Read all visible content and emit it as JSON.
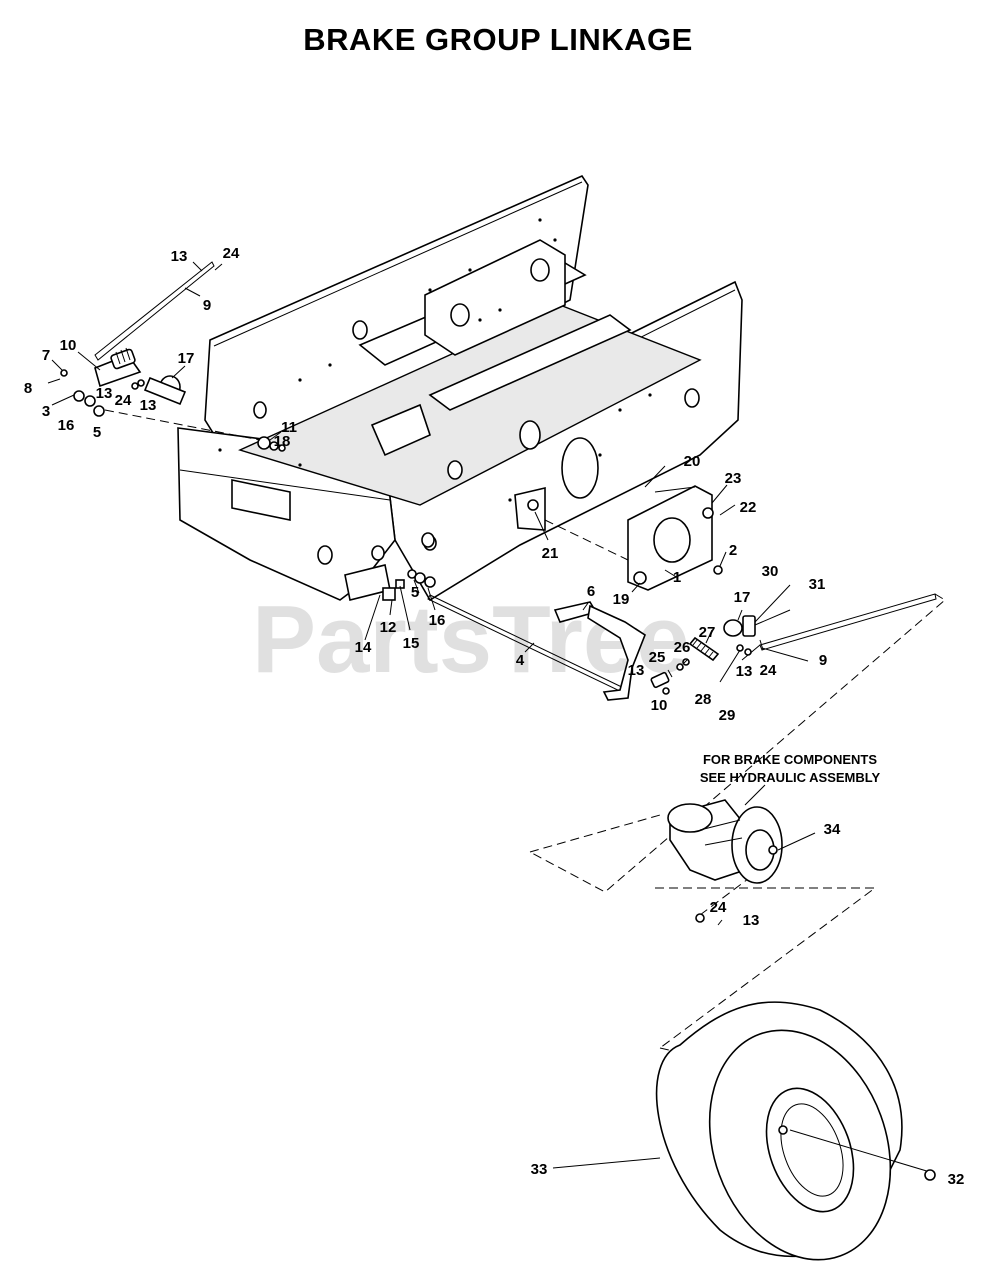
{
  "title": "BRAKE GROUP LINKAGE",
  "note": {
    "line1": "FOR BRAKE COMPONENTS",
    "line2": "SEE HYDRAULIC ASSEMBLY"
  },
  "watermark": "PartsTree",
  "callouts": [
    "13",
    "24",
    "9",
    "7",
    "10",
    "8",
    "3",
    "13",
    "24",
    "13",
    "16",
    "5",
    "17",
    "11",
    "18",
    "20",
    "23",
    "22",
    "21",
    "2",
    "1",
    "19",
    "5",
    "16",
    "14",
    "12",
    "15",
    "6",
    "4",
    "17",
    "30",
    "31",
    "27",
    "26",
    "25",
    "13",
    "28",
    "10",
    "13",
    "24",
    "9",
    "29",
    "34",
    "24",
    "13",
    "33",
    "32"
  ]
}
